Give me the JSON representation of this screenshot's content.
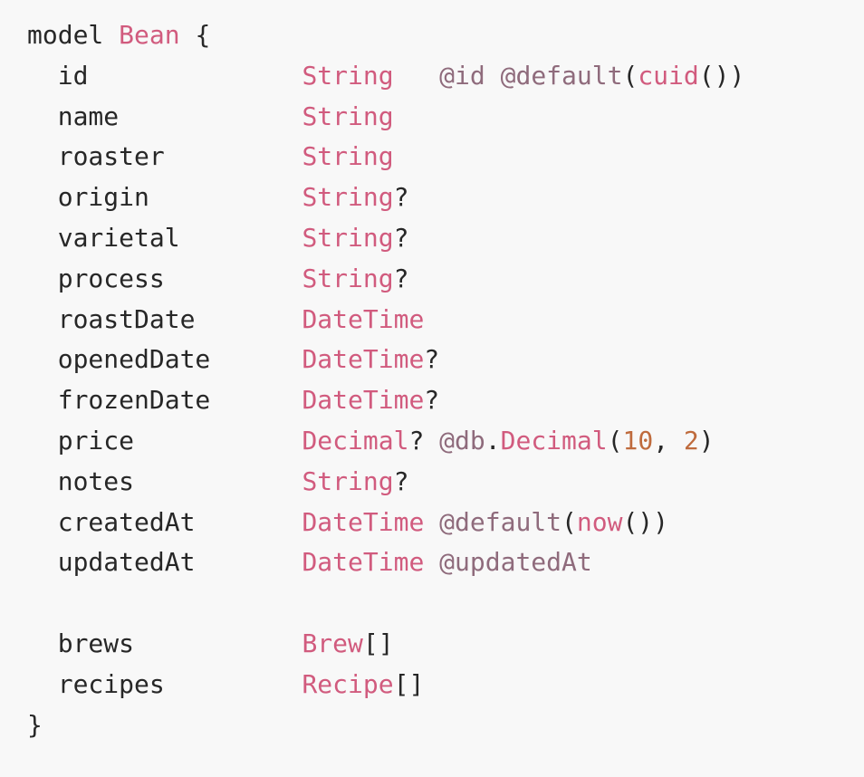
{
  "colors": {
    "background": "#f8f8f8",
    "text": "#272727",
    "type": "#d15b7e",
    "attribute": "#8f6b7c",
    "number": "#bf6b3d"
  },
  "code": {
    "language": "prisma",
    "model_name": "Bean",
    "token_legend": {
      "p": "plain",
      "t": "type",
      "a": "attribute",
      "n": "number"
    },
    "lines": [
      [
        [
          "p",
          "model "
        ],
        [
          "t",
          "Bean"
        ],
        [
          "p",
          " {"
        ]
      ],
      [
        [
          "p",
          "  id              "
        ],
        [
          "t",
          "String"
        ],
        [
          "p",
          "   "
        ],
        [
          "a",
          "@id"
        ],
        [
          "p",
          " "
        ],
        [
          "a",
          "@default"
        ],
        [
          "p",
          "("
        ],
        [
          "t",
          "cuid"
        ],
        [
          "p",
          "())"
        ]
      ],
      [
        [
          "p",
          "  name            "
        ],
        [
          "t",
          "String"
        ]
      ],
      [
        [
          "p",
          "  roaster         "
        ],
        [
          "t",
          "String"
        ]
      ],
      [
        [
          "p",
          "  origin          "
        ],
        [
          "t",
          "String"
        ],
        [
          "p",
          "?"
        ]
      ],
      [
        [
          "p",
          "  varietal        "
        ],
        [
          "t",
          "String"
        ],
        [
          "p",
          "?"
        ]
      ],
      [
        [
          "p",
          "  process         "
        ],
        [
          "t",
          "String"
        ],
        [
          "p",
          "?"
        ]
      ],
      [
        [
          "p",
          "  roastDate       "
        ],
        [
          "t",
          "DateTime"
        ]
      ],
      [
        [
          "p",
          "  openedDate      "
        ],
        [
          "t",
          "DateTime"
        ],
        [
          "p",
          "?"
        ]
      ],
      [
        [
          "p",
          "  frozenDate      "
        ],
        [
          "t",
          "DateTime"
        ],
        [
          "p",
          "?"
        ]
      ],
      [
        [
          "p",
          "  price           "
        ],
        [
          "t",
          "Decimal"
        ],
        [
          "p",
          "? "
        ],
        [
          "a",
          "@db"
        ],
        [
          "p",
          "."
        ],
        [
          "t",
          "Decimal"
        ],
        [
          "p",
          "("
        ],
        [
          "n",
          "10"
        ],
        [
          "p",
          ", "
        ],
        [
          "n",
          "2"
        ],
        [
          "p",
          ")"
        ]
      ],
      [
        [
          "p",
          "  notes           "
        ],
        [
          "t",
          "String"
        ],
        [
          "p",
          "?"
        ]
      ],
      [
        [
          "p",
          "  createdAt       "
        ],
        [
          "t",
          "DateTime"
        ],
        [
          "p",
          " "
        ],
        [
          "a",
          "@default"
        ],
        [
          "p",
          "("
        ],
        [
          "t",
          "now"
        ],
        [
          "p",
          "())"
        ]
      ],
      [
        [
          "p",
          "  updatedAt       "
        ],
        [
          "t",
          "DateTime"
        ],
        [
          "p",
          " "
        ],
        [
          "a",
          "@updatedAt"
        ]
      ],
      [],
      [
        [
          "p",
          "  brews           "
        ],
        [
          "t",
          "Brew"
        ],
        [
          "p",
          "[]"
        ]
      ],
      [
        [
          "p",
          "  recipes         "
        ],
        [
          "t",
          "Recipe"
        ],
        [
          "p",
          "[]"
        ]
      ],
      [
        [
          "p",
          "}"
        ]
      ]
    ]
  }
}
